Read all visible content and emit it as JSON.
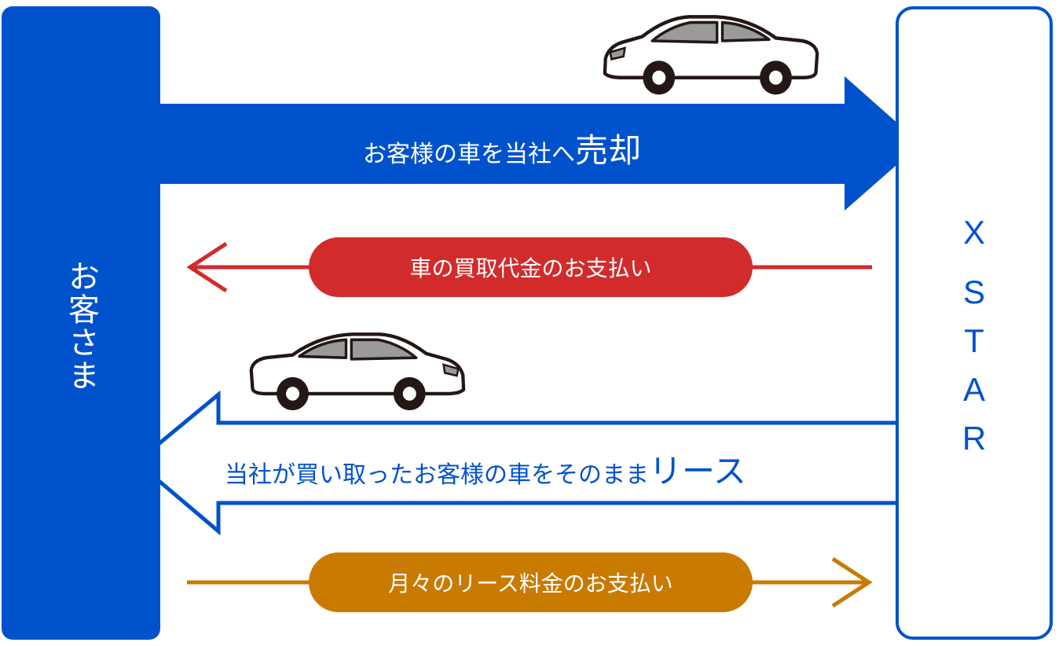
{
  "customer": {
    "label": "お客さま"
  },
  "company": {
    "letters": [
      "X",
      "S",
      "T",
      "A",
      "R"
    ]
  },
  "flows": {
    "sell": {
      "text": "お客様の車を当社へ",
      "emphasis": "売却"
    },
    "payment": {
      "text": "車の買取代金のお支払い"
    },
    "lease": {
      "text": "当社が買い取ったお客様の車をそのまま",
      "emphasis": "リース"
    },
    "fee": {
      "text": "月々のリース料金のお支払い"
    }
  },
  "colors": {
    "blue": "#0052cc",
    "red": "#d22b2b",
    "orange": "#c97a00"
  }
}
